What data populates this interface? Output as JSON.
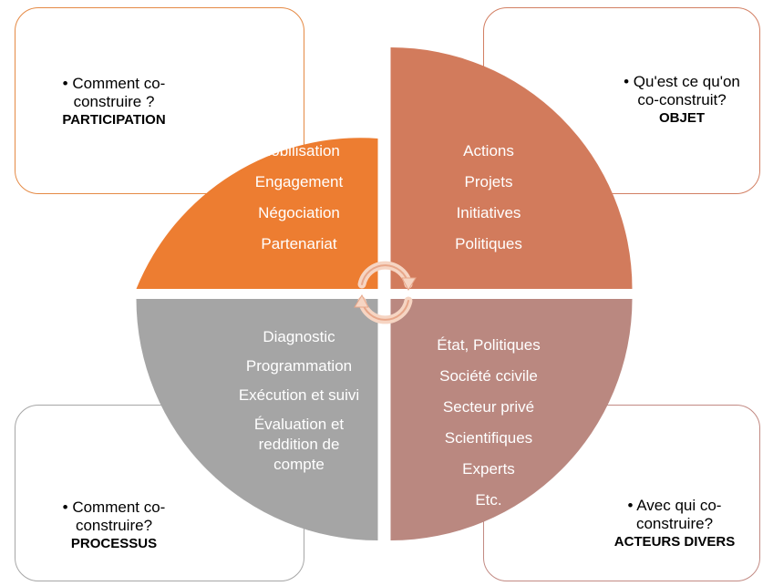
{
  "quadrants": {
    "top_left": {
      "question": "• Comment co-\nconstruire ?",
      "title": "PARTICIPATION",
      "items": [
        "Mobilisation",
        "Engagement",
        "Négociation",
        "Partenariat"
      ],
      "color": "#ED7D31"
    },
    "top_right": {
      "question": "• Qu'est ce qu'on\nco-construit?",
      "title": "OBJET",
      "items": [
        "Actions",
        "Projets",
        "Initiatives",
        "Politiques"
      ],
      "color": "#D27B5C"
    },
    "bottom_left": {
      "question": "• Comment co-\nconstruire?",
      "title": "PROCESSUS",
      "items": [
        "Diagnostic",
        "Programmation",
        "Exécution et suivi",
        "Évaluation et\nreddition de\ncompte"
      ],
      "color": "#A5A5A5"
    },
    "bottom_right": {
      "question": "• Avec qui co-\nconstruire?",
      "title": "ACTEURS DIVERS",
      "items": [
        "État, Politiques",
        "Société ccivile",
        "Secteur privé",
        "Scientifiques",
        "Experts",
        "Etc."
      ],
      "color": "#BA8880"
    }
  },
  "center_icon": "cycle-arrows-icon"
}
